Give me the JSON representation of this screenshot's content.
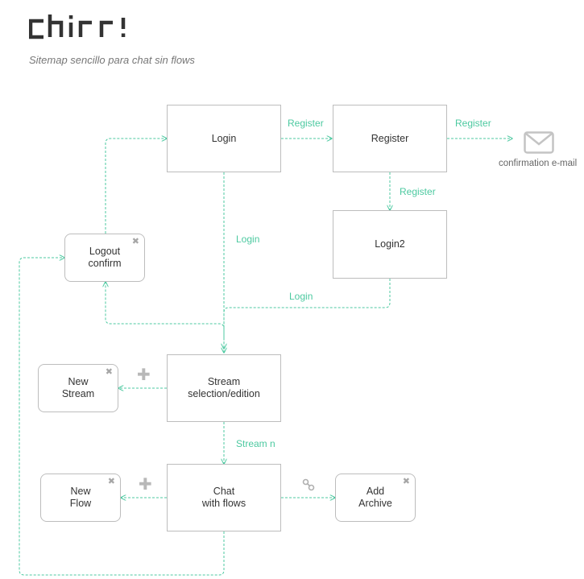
{
  "header": {
    "subtitle": "Sitemap sencillo para chat sin flows"
  },
  "logo": {
    "text": "chirr!"
  },
  "colors": {
    "link": "#4cc9a0",
    "box_border": "#bdbdbd",
    "icon": "#b8b8b8"
  },
  "nodes": {
    "login": "Login",
    "register": "Register",
    "login2": "Login2",
    "logout": "Logout\nconfirm",
    "stream": "Stream\nselection/edition",
    "new_stream": "New\nStream",
    "chat": "Chat\nwith flows",
    "new_flow": "New\nFlow",
    "add_archive": "Add\nArchive"
  },
  "edge_labels": {
    "login_to_register": "Register",
    "register_to_mail": "Register",
    "register_to_login2": "Register",
    "login_to_stream": "Login",
    "login2_to_stream": "Login",
    "stream_to_chat": "Stream n"
  },
  "email": {
    "caption": "confirmation e-mail",
    "icon": "envelope-icon"
  },
  "icons": {
    "close": "✖",
    "plus": "✚",
    "link": "link-icon"
  }
}
